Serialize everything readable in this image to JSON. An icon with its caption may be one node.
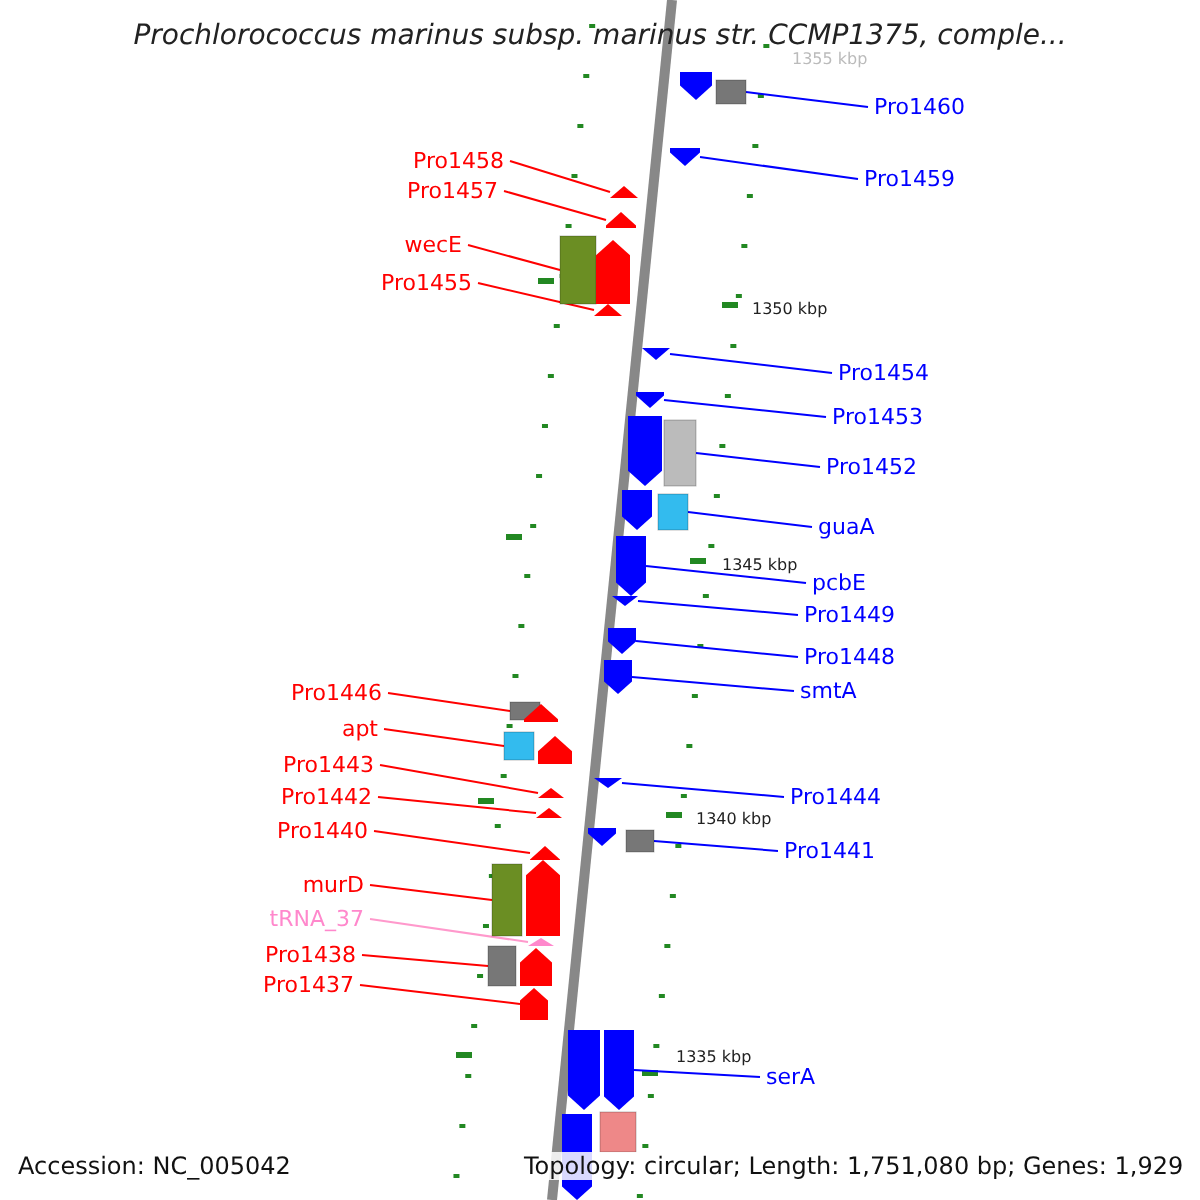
{
  "diagram": {
    "title": "Prochlorococcus marinus subsp. marinus str. CCMP1375, comple...",
    "nodes": [
      {
        "text": [
          "Pro1460"
        ]
      },
      {
        "text": [],
        "shape": "box"
      },
      {
        "text": [
          "Pro1458"
        ]
      },
      {
        "text": [],
        "shape": "arrow"
      },
      {
        "text": [
          "Pro1459"
        ]
      },
      {
        "text": [],
        "shape": "arrow"
      },
      {
        "text": [
          "Pro1457"
        ]
      },
      {
        "text": [],
        "shape": "arrow"
      },
      {
        "text": [
          "wecE"
        ]
      },
      {
        "text": [],
        "shape": "box"
      },
      {
        "text": [
          "Pro1455"
        ]
      },
      {
        "text": [],
        "shape": "arrow"
      },
      {
        "text": [
          "Pro1454"
        ]
      },
      {
        "text": [],
        "shape": "arrow"
      },
      {
        "text": [
          "Pro1453"
        ]
      },
      {
        "text": [],
        "shape": "arrow"
      },
      {
        "text": [
          "Pro1452"
        ]
      },
      {
        "text": [],
        "shape": "box"
      },
      {
        "text": [
          "guaA"
        ]
      },
      {
        "text": [],
        "shape": "box"
      },
      {
        "text": [
          "pcbE"
        ]
      },
      {
        "text": [],
        "shape": "arrow"
      },
      {
        "text": [
          "Pro1449"
        ]
      },
      {
        "text": [],
        "shape": "arrow"
      },
      {
        "text": [
          "Pro1448"
        ]
      },
      {
        "text": [],
        "shape": "arrow"
      },
      {
        "text": [
          "smtA"
        ]
      },
      {
        "text": [],
        "shape": "arrow"
      },
      {
        "text": [
          "Pro1446"
        ]
      },
      {
        "text": [],
        "shape": "box"
      },
      {
        "text": [
          "apt"
        ]
      },
      {
        "text": [],
        "shape": "box"
      },
      {
        "text": [
          "Pro1443"
        ]
      },
      {
        "text": [],
        "shape": "arrow"
      },
      {
        "text": [
          "Pro1442"
        ]
      },
      {
        "text": [],
        "shape": "arrow"
      },
      {
        "text": [
          "Pro1444"
        ]
      },
      {
        "text": [],
        "shape": "arrow"
      },
      {
        "text": [
          "Pro1440"
        ]
      },
      {
        "text": [],
        "shape": "arrow"
      },
      {
        "text": [
          "Pro1441"
        ]
      },
      {
        "text": [],
        "shape": "box"
      },
      {
        "text": [
          "murD"
        ]
      },
      {
        "text": [],
        "shape": "box"
      },
      {
        "text": [
          "tRNA_37"
        ]
      },
      {
        "text": [],
        "shape": "arrow"
      },
      {
        "text": [
          "Pro1438"
        ]
      },
      {
        "text": [],
        "shape": "box"
      },
      {
        "text": [
          "Pro1437"
        ]
      },
      {
        "text": [],
        "shape": "arrow"
      },
      {
        "text": [
          "serA"
        ]
      },
      {
        "text": [],
        "shape": "arrow"
      },
      {
        "text": [],
        "shape": "arrow"
      },
      {
        "text": [],
        "shape": "arrow"
      },
      {
        "text": [],
        "shape": "arrow"
      },
      {
        "text": [],
        "shape": "arrow"
      },
      {
        "text": [],
        "shape": "arrow"
      },
      {
        "text": [],
        "shape": "arrow"
      },
      {
        "text": [],
        "shape": "arrow"
      },
      {
        "text": [],
        "shape": "arrow"
      },
      {
        "text": [],
        "shape": "arrow"
      },
      {
        "text": [],
        "shape": "arrow"
      },
      {
        "text": [],
        "shape": "box"
      },
      {
        "text": [],
        "shape": "arrow"
      }
    ],
    "edges": [
      {
        "from": 0,
        "to": 1,
        "arrow": "none"
      },
      {
        "from": 2,
        "to": 3,
        "arrow": "none",
        "color": "#ff0000"
      },
      {
        "from": 4,
        "to": 5,
        "arrow": "none"
      },
      {
        "from": 6,
        "to": 7,
        "arrow": "none",
        "color": "#ff0000"
      },
      {
        "from": 8,
        "to": 9,
        "arrow": "none",
        "color": "#ff0000"
      },
      {
        "from": 10,
        "to": 11,
        "arrow": "none",
        "color": "#ff0000"
      },
      {
        "from": 12,
        "to": 13,
        "arrow": "none"
      },
      {
        "from": 14,
        "to": 15,
        "arrow": "none"
      },
      {
        "from": 16,
        "to": 17,
        "arrow": "none"
      },
      {
        "from": 18,
        "to": 19,
        "arrow": "none"
      },
      {
        "from": 20,
        "to": 21,
        "arrow": "none"
      },
      {
        "from": 22,
        "to": 23,
        "arrow": "none"
      },
      {
        "from": 24,
        "to": 25,
        "arrow": "none"
      },
      {
        "from": 26,
        "to": 27,
        "arrow": "none"
      },
      {
        "from": 28,
        "to": 29,
        "arrow": "none",
        "color": "#ff0000"
      },
      {
        "from": 30,
        "to": 31,
        "arrow": "none",
        "color": "#ff0000"
      },
      {
        "from": 32,
        "to": 33,
        "arrow": "none",
        "color": "#ff0000"
      },
      {
        "from": 34,
        "to": 35,
        "arrow": "none",
        "color": "#ff0000"
      },
      {
        "from": 36,
        "to": 37,
        "arrow": "none"
      },
      {
        "from": 38,
        "to": 39,
        "arrow": "none",
        "color": "#ff0000"
      },
      {
        "from": 40,
        "to": 41,
        "arrow": "none"
      },
      {
        "from": 42,
        "to": 43,
        "arrow": "none",
        "color": "#ff0000"
      },
      {
        "from": 44,
        "to": 45,
        "arrow": "none",
        "color": "#ff99cc"
      },
      {
        "from": 46,
        "to": 47,
        "arrow": "none",
        "color": "#ff0000"
      },
      {
        "from": 48,
        "to": 49,
        "arrow": "none",
        "color": "#ff0000"
      },
      {
        "from": 50,
        "to": 51,
        "arrow": "none"
      }
    ],
    "labels": [
      "1355 kbp",
      "1350 kbp",
      "1345 kbp",
      "1340 kbp",
      "1335 kbp",
      "Accession: NC_005042",
      "Topology: circular; Length: 1,751,080 bp; Genes: 1,929"
    ]
  }
}
